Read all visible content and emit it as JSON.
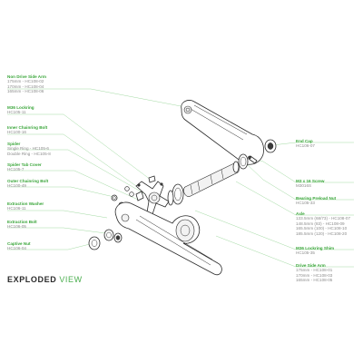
{
  "title": {
    "main": "EXPLODED",
    "accent": "VIEW"
  },
  "left_labels": [
    {
      "title": "Non Drive Side Arm",
      "lines": [
        "175mm - HC108-02",
        "170mm - HC108-04",
        "165mm - HC108-06"
      ]
    },
    {
      "title": "M36 Lockring",
      "lines": [
        "HC105-11"
      ]
    },
    {
      "title": "Inner Chainring Bolt",
      "lines": [
        "HC100-16"
      ]
    },
    {
      "title": "Spider",
      "lines": [
        "Single Ring - HC105-6",
        "Double Ring - HC105-8"
      ]
    },
    {
      "title": "Spider Tab Cover",
      "lines": [
        "HC105-7"
      ]
    },
    {
      "title": "Outer Chainring Bolt",
      "lines": [
        "HC100-49"
      ]
    },
    {
      "title": "Extraction Washer",
      "lines": [
        "HC106-11"
      ]
    },
    {
      "title": "Extraction Bolt",
      "lines": [
        "HC106-05"
      ]
    },
    {
      "title": "Captive Nut",
      "lines": [
        "HC106-04"
      ]
    }
  ],
  "right_labels": [
    {
      "title": "End Cap",
      "lines": [
        "HC106-07"
      ]
    },
    {
      "title": "M3 x 16 Screw",
      "lines": [
        "M3016S"
      ]
    },
    {
      "title": "Bearing Preload Nut",
      "lines": [
        "HC105-33"
      ]
    },
    {
      "title": "Axle",
      "lines": [
        "133.5mm (68/73) - HC108-07",
        "148.5mm (83) - HC108-09",
        "165.5mm (100) - HC108-10",
        "185.5mm (120) - HC108-20"
      ]
    },
    {
      "title": "M36 Lockring Shim",
      "lines": [
        "HC105-35"
      ]
    },
    {
      "title": "Drive Side Arm",
      "lines": [
        "175mm - HC108-01",
        "170mm - HC108-03",
        "165mm - HC108-05"
      ]
    }
  ],
  "colors": {
    "accent": "#3aa63a",
    "text_grey": "#8c8c8c",
    "title_dark": "#2b2b2b",
    "line": "#2a2a2a"
  }
}
